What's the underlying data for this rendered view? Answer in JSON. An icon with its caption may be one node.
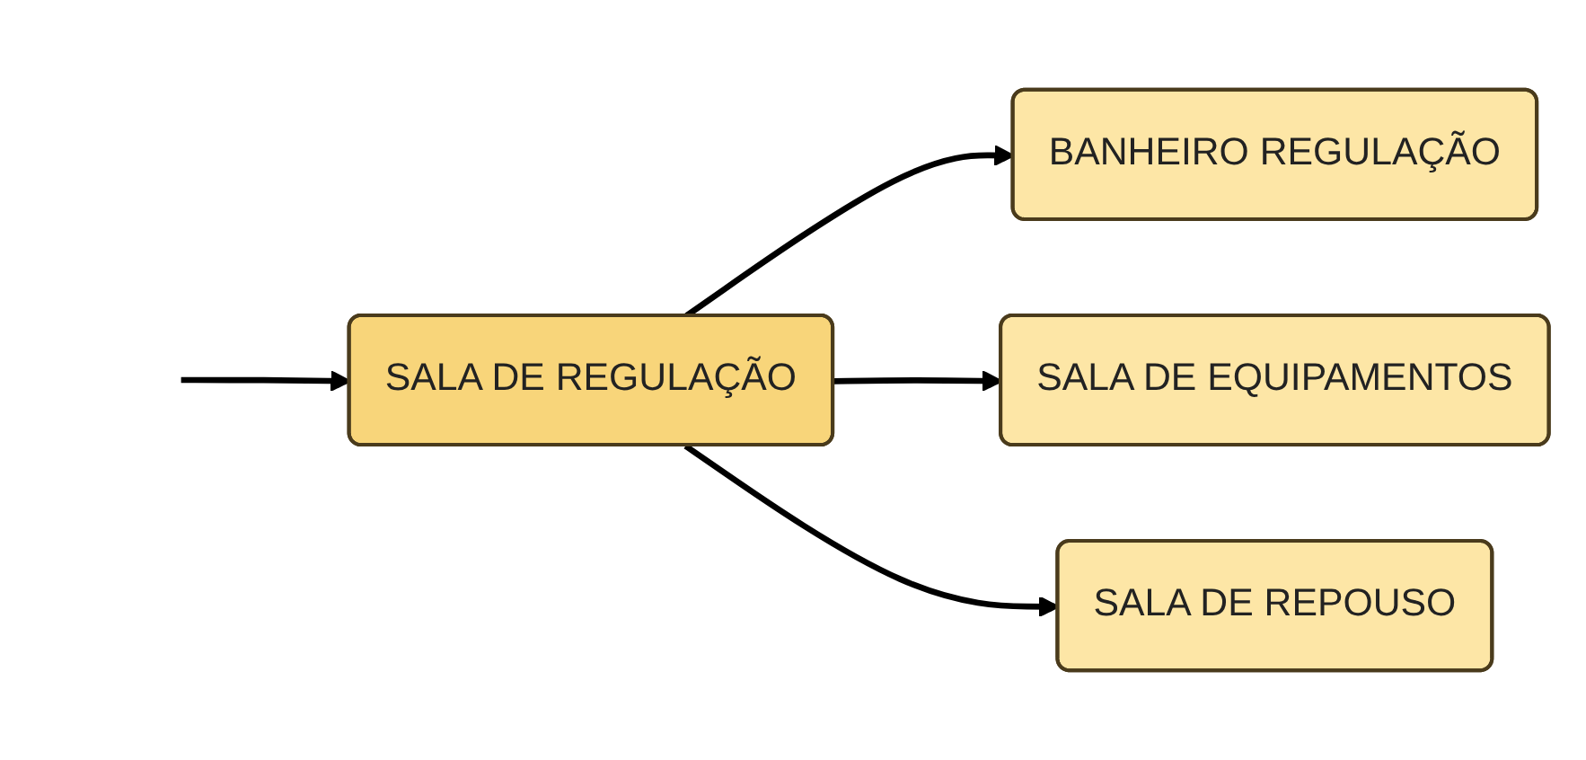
{
  "diagram": {
    "nodes": [
      {
        "text": [
          "BANHEIRO REGULAÇÃO"
        ]
      },
      {
        "text": [
          "SALA DE REGULAÇÃO"
        ]
      },
      {
        "text": [
          "SALA DE EQUIPAMENTOS"
        ]
      },
      {
        "text": [
          "SALA DE REPOUSO"
        ]
      }
    ],
    "edges": [
      {
        "from": null,
        "to": 1,
        "arrow": "to"
      },
      {
        "from": 1,
        "to": 0,
        "arrow": "to"
      },
      {
        "from": 1,
        "to": 2,
        "arrow": "to"
      },
      {
        "from": 1,
        "to": 3,
        "arrow": "to"
      }
    ]
  }
}
